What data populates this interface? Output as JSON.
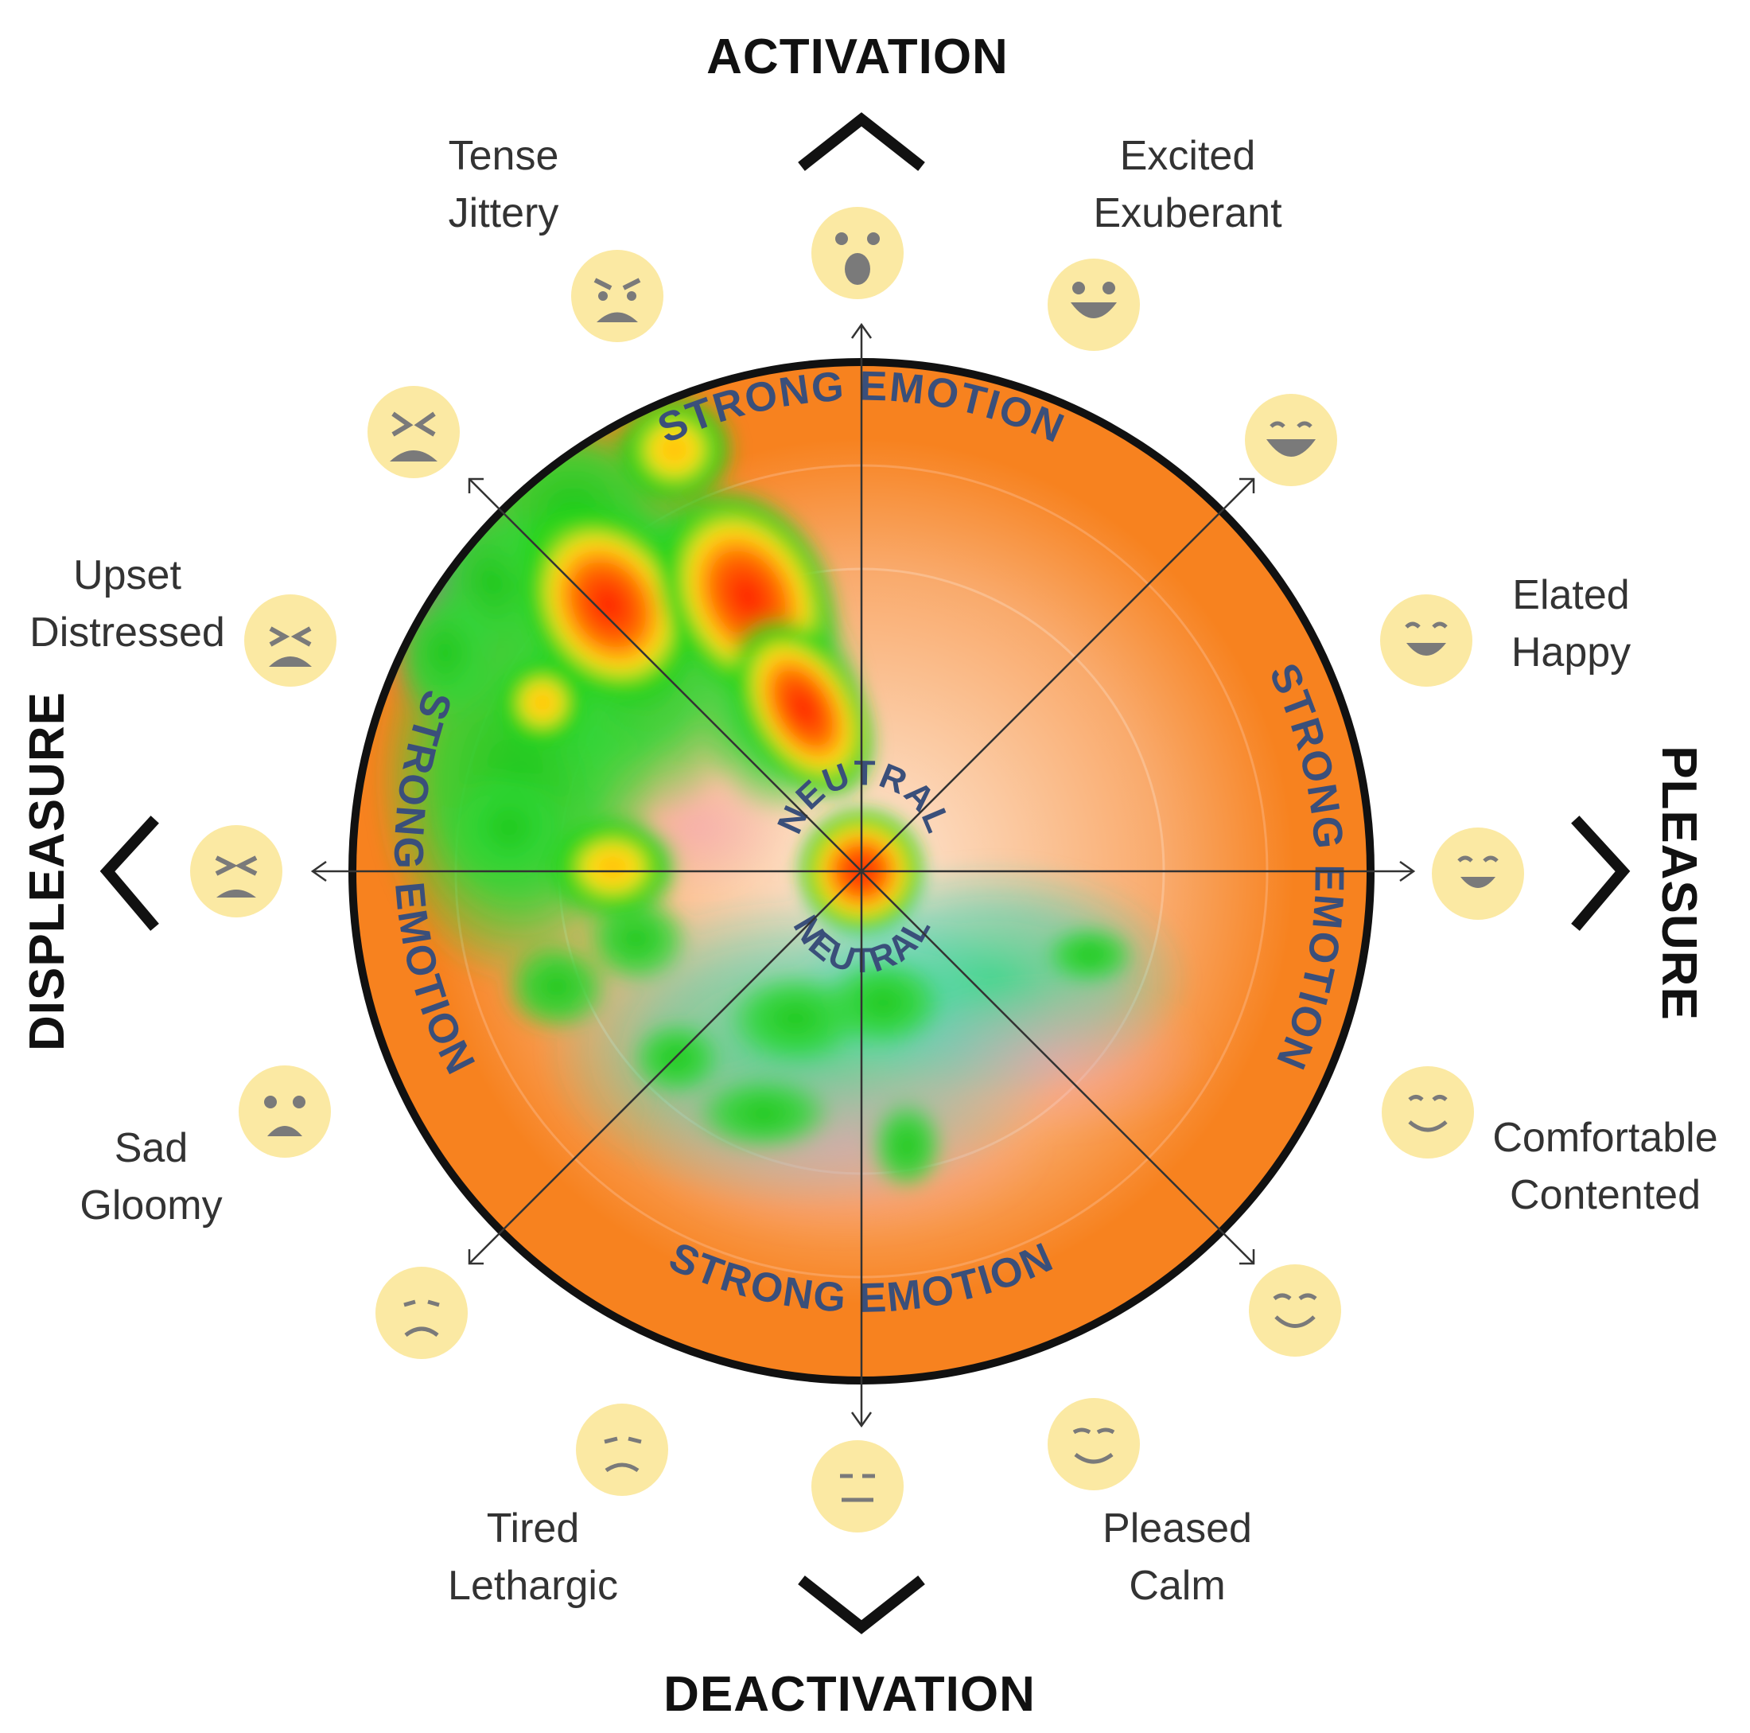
{
  "axes": {
    "top": "ACTIVATION",
    "bottom": "DEACTIVATION",
    "left": "DISPLEASURE",
    "right": "PLEASURE"
  },
  "emotions": {
    "activation": "",
    "tense_line1": "Tense",
    "tense_line2": "Jittery",
    "excited_line1": "Excited",
    "excited_line2": "Exuberant",
    "upset_line1": "Upset",
    "upset_line2": "Distressed",
    "elated_line1": "Elated",
    "elated_line2": "Happy",
    "sad_line1": "Sad",
    "sad_line2": "Gloomy",
    "comfortable_line1": "Comfortable",
    "comfortable_line2": "Contented",
    "tired_line1": "Tired",
    "tired_line2": "Lethargic",
    "pleased_line1": "Pleased",
    "pleased_line2": "Calm"
  },
  "rings": {
    "strong_emotion": "STRONG EMOTION",
    "neutral": "NEUTRAL"
  },
  "colors": {
    "ring_outer": "#f7821f",
    "ring_inner_light": "#fbd9bf",
    "face_fill": "#fbe9a3",
    "face_feature": "#7a7a7a",
    "outline": "#111111",
    "heat_hot": "#ff1a00",
    "heat_warm": "#ffe21a",
    "heat_mid": "#22d41a",
    "heat_cool": "#22d8b0"
  },
  "faces": [
    "surprised-face-icon",
    "angry-face-icon",
    "furious-face-icon",
    "distressed-face-icon",
    "squint-face-icon",
    "sad-face-icon",
    "frown-face-icon",
    "tired-face-icon",
    "neutral-face-icon",
    "calm-face-icon",
    "content-face-icon",
    "smile-face-icon",
    "happy-face-icon",
    "grin-face-icon",
    "laugh-face-icon",
    "excited-face-icon"
  ]
}
